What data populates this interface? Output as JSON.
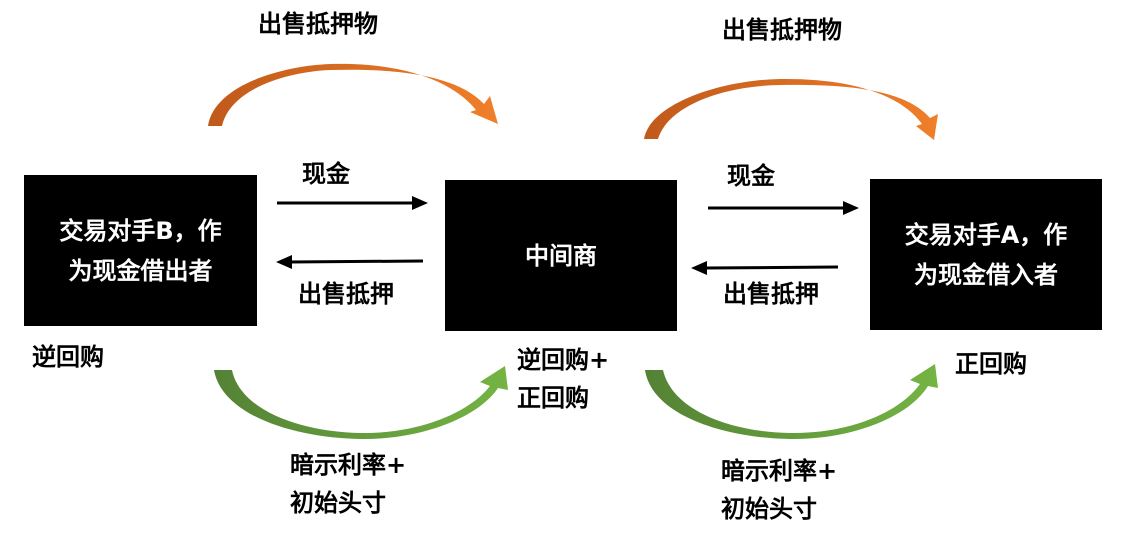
{
  "diagram": {
    "title": "",
    "colors": {
      "box_fill": "#000000",
      "box_text": "#ffffff",
      "collateral_arrow": "#e87a2a",
      "collateral_arrow_dark": "#c55a11",
      "interest_arrow": "#70ad47",
      "interest_arrow_dark": "#548235",
      "line_arrow": "#000000"
    },
    "nodes": [
      {
        "id": "counterparty-b",
        "lines": [
          "交易对手B，作",
          "为现金借出者"
        ],
        "role_label": "逆回购"
      },
      {
        "id": "intermediary",
        "lines": [
          "中间商"
        ],
        "role_label_lines": [
          "逆回购+",
          "正回购"
        ]
      },
      {
        "id": "counterparty-a",
        "lines": [
          "交易对手A，作",
          "为现金借入者"
        ],
        "role_label": "正回购"
      }
    ],
    "flows": {
      "left_cash": "现金",
      "left_collateral": "出售抵押",
      "right_cash": "现金",
      "right_collateral": "出售抵押",
      "left_top_arc": "出售抵押物",
      "right_top_arc": "出售抵押物",
      "left_bottom_arc_lines": [
        "暗示利率+",
        "初始头寸"
      ],
      "right_bottom_arc_lines": [
        "暗示利率+",
        "初始头寸"
      ]
    }
  }
}
